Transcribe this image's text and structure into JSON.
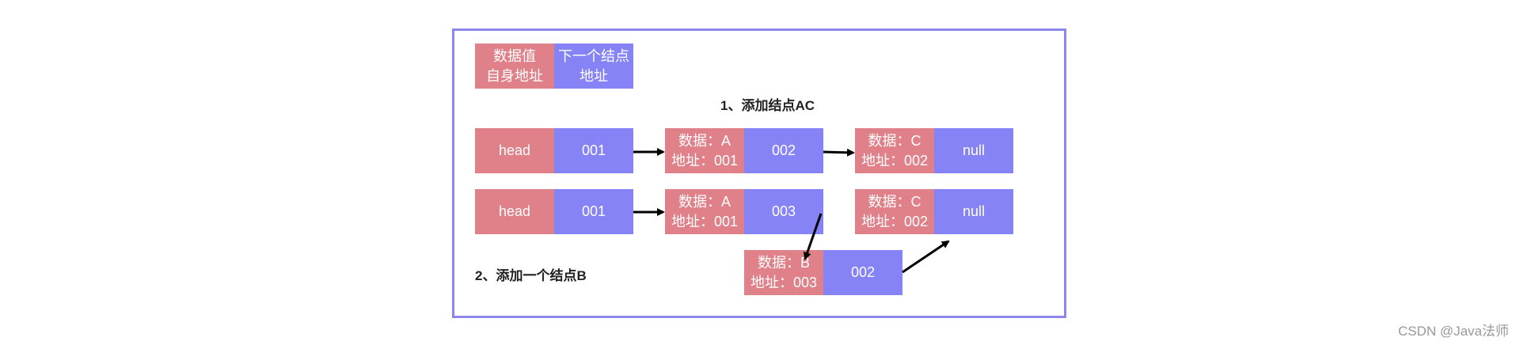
{
  "legend": {
    "data_line1": "数据值",
    "data_line2": "自身地址",
    "next_line1": "下一个结点",
    "next_line2": "地址"
  },
  "caption1": "1、添加结点AC",
  "caption2": "2、添加一个结点B",
  "row1": {
    "head": {
      "data": "head",
      "next": "001"
    },
    "node_a": {
      "data_line1": "数据：A",
      "data_line2": "地址：001",
      "next": "002"
    },
    "node_c": {
      "data_line1": "数据：C",
      "data_line2": "地址：002",
      "next": "null"
    }
  },
  "row2": {
    "head": {
      "data": "head",
      "next": "001"
    },
    "node_a": {
      "data_line1": "数据：A",
      "data_line2": "地址：001",
      "next": "003"
    },
    "node_c": {
      "data_line1": "数据：C",
      "data_line2": "地址：002",
      "next": "null"
    },
    "node_b": {
      "data_line1": "数据：B",
      "data_line2": "地址：003",
      "next": "002"
    }
  },
  "watermark": "CSDN @Java法师",
  "colors": {
    "data": "#e08089",
    "next": "#8583f5",
    "frame": "#8b87ee",
    "arrow": "#000000"
  }
}
